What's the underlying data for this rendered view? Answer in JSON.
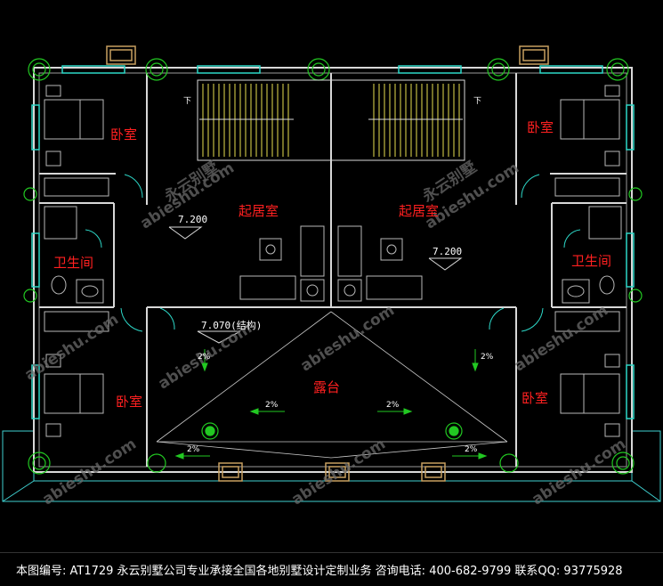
{
  "rooms": {
    "bedroom_tl": "卧室",
    "bedroom_tr": "卧室",
    "bedroom_bl": "卧室",
    "bedroom_br": "卧室",
    "living_left": "起居室",
    "living_right": "起居室",
    "bath_left": "卫生间",
    "bath_right": "卫生间",
    "terrace": "露台"
  },
  "annotations": {
    "elev_left": "7.200",
    "elev_right": "7.200",
    "elev_terrace": "7.070(结构)",
    "stair_down_left": "下",
    "stair_down_right": "下",
    "slope_1": "2%",
    "slope_2": "2%",
    "slope_3": "2%",
    "slope_4": "2%",
    "slope_5": "2%",
    "slope_6": "2%"
  },
  "watermark": "abieshu.com",
  "watermark_brand": "永云别墅",
  "footer_text": "本图编号: AT1729 永云别墅公司专业承接全国各地别墅设计定制业务 咨询电话: 400-682-9799 联系QQ: 93775928",
  "colors": {
    "background": "#000000",
    "wall": "#d8d8d8",
    "window": "#2dd8c8",
    "label": "#ff2020",
    "green_fixture": "#22c822",
    "stair": "#e8e050",
    "roof_edge": "#3fd0d0"
  }
}
